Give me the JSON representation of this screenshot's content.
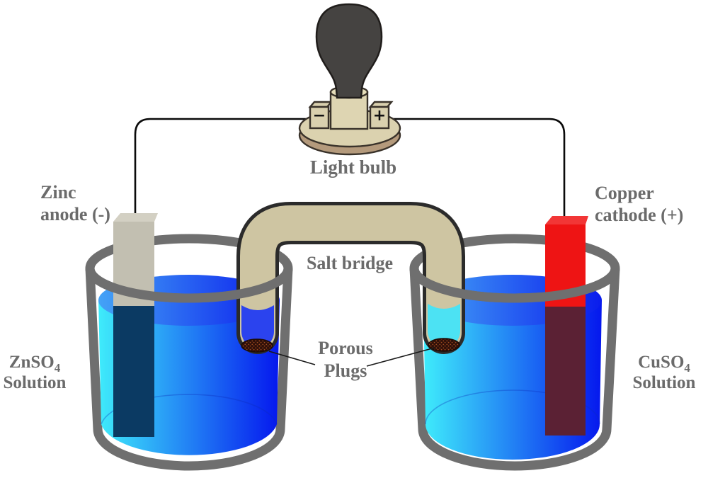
{
  "diagram": {
    "type": "galvanic-cell",
    "labels": {
      "light_bulb": "Light bulb",
      "zinc_line1": "Zinc",
      "zinc_line2": "anode (-)",
      "copper_line1": "Copper",
      "copper_line2": "cathode (+)",
      "salt_bridge": "Salt bridge",
      "porous_line1": "Porous",
      "porous_line2": "Plugs",
      "left_solution_formula": "ZnSO",
      "left_solution_subscript": "4",
      "left_solution_line2": "Solution",
      "right_solution_formula": "CuSO",
      "right_solution_subscript": "4",
      "right_solution_line2": "Solution",
      "terminal_minus": "−",
      "terminal_plus": "+"
    },
    "colors": {
      "label_gray": "#6b6b6b",
      "solution_cyan": "#3FECFB",
      "solution_blue": "#0517EE",
      "surface_light": "#44A3F6",
      "surface_deep": "#0A1CED",
      "zinc_above": "#C2BFB1",
      "zinc_top_face": "#D3D0C3",
      "zinc_below": "#0B3A63",
      "copper_above": "#EE1414",
      "copper_top_face": "#F23636",
      "copper_below": "#5B2134",
      "bridge_tan": "#CEC5A2",
      "tube_liquid_left": "#2B43EE",
      "tube_liquid_right": "#4CE2F3",
      "plug_base": "#2F0F08",
      "plug_speck": "#9C4A20",
      "bulb_dark": "#454341",
      "socket_tan": "#DED5B2",
      "socket_top": "#E6DEBA",
      "base_tan": "#DBD2AF",
      "base_shadow": "#B49A7C",
      "terminal_tan": "#D9D0AE",
      "glass_gray": "#6f6f6f"
    }
  }
}
